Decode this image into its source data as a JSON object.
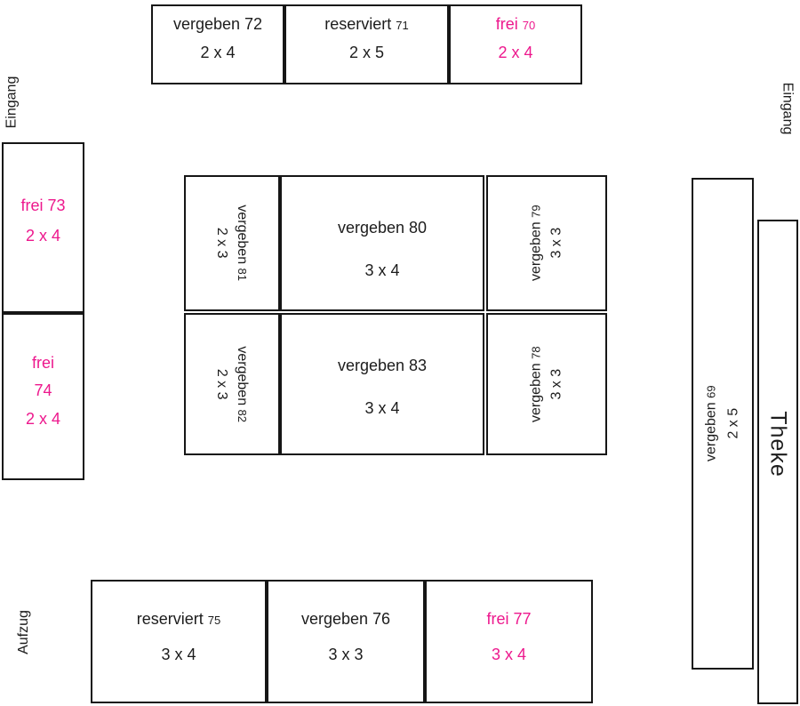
{
  "colors": {
    "free_accent": "#ed188d",
    "text": "#1c1c1c",
    "border": "#161616",
    "background": "#ffffff"
  },
  "side_labels": {
    "entrance_left": "Eingang",
    "entrance_right": "Eingang",
    "elevator": "Aufzug"
  },
  "counter": {
    "label": "Theke"
  },
  "booths": [
    {
      "status": "vergeben",
      "number": "72",
      "size": "2 x 4"
    },
    {
      "status": "reserviert",
      "number": "71",
      "size": "2 x 5"
    },
    {
      "status": "frei",
      "number": "70",
      "size": "2 x 4"
    },
    {
      "status": "frei",
      "number": "73",
      "size": "2 x 4"
    },
    {
      "status": "frei",
      "number": "74",
      "size": "2 x 4"
    },
    {
      "status": "vergeben",
      "number": "81",
      "size": "2 x 3"
    },
    {
      "status": "vergeben",
      "number": "80",
      "size": "3 x 4"
    },
    {
      "status": "vergeben",
      "number": "79",
      "size": "3 x 3"
    },
    {
      "status": "vergeben",
      "number": "82",
      "size": "2 x 3"
    },
    {
      "status": "vergeben",
      "number": "83",
      "size": "3 x 4"
    },
    {
      "status": "vergeben",
      "number": "78",
      "size": "3 x 3"
    },
    {
      "status": "vergeben",
      "number": "69",
      "size": "2 x 5"
    },
    {
      "status": "reserviert",
      "number": "75",
      "size": "3 x 4"
    },
    {
      "status": "vergeben",
      "number": "76",
      "size": "3 x 3"
    },
    {
      "status": "frei",
      "number": "77",
      "size": "3 x 4"
    }
  ]
}
